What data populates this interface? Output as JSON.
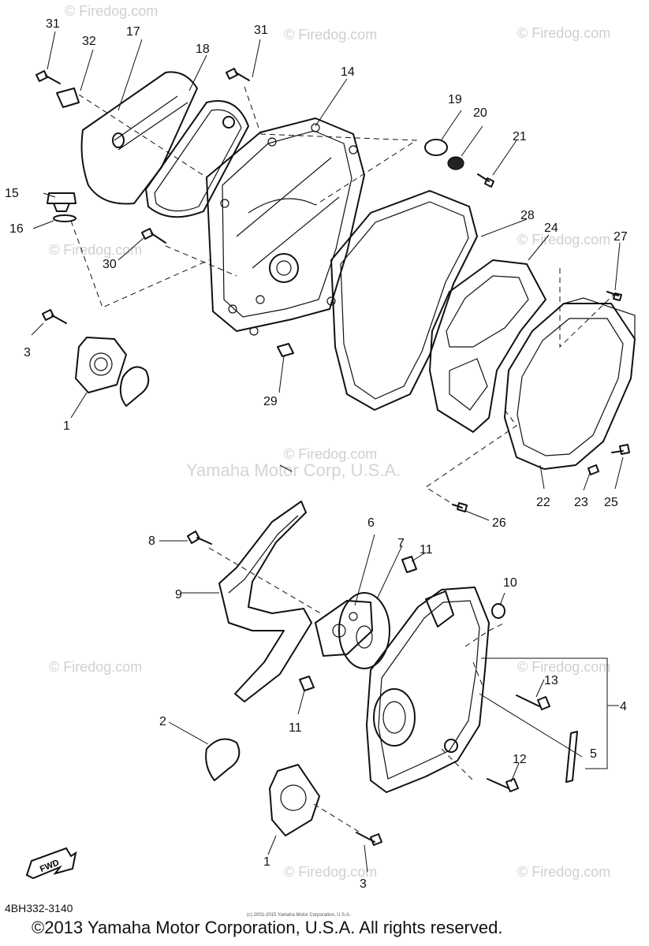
{
  "watermark": {
    "site": "© Firedog.com",
    "center": "Yamaha Motor Corp, U.S.A."
  },
  "part_labels": {
    "n1a": "1",
    "n1b": "1",
    "n2": "2",
    "n3a": "3",
    "n3b": "3",
    "n4": "4",
    "n5": "5",
    "n6": "6",
    "n7": "7",
    "n8": "8",
    "n9": "9",
    "n10": "10",
    "n11a": "11",
    "n11b": "11",
    "n12": "12",
    "n13": "13",
    "n14": "14",
    "n15": "15",
    "n16": "16",
    "n17": "17",
    "n18": "18",
    "n19": "19",
    "n20": "20",
    "n21": "21",
    "n22": "22",
    "n23": "23",
    "n24": "24",
    "n25": "25",
    "n26": "26",
    "n27": "27",
    "n28": "28",
    "n29": "29",
    "n30": "30",
    "n31a": "31",
    "n31b": "31",
    "n32": "32"
  },
  "fwd_label": "FWD",
  "diagram_code": "4BH332-3140",
  "tiny_notice": "(c) 2001-2015 Yamaha Motor Corporation, U.S.A.",
  "copyright": "©2013 Yamaha Motor Corporation, U.S.A. All rights reserved."
}
